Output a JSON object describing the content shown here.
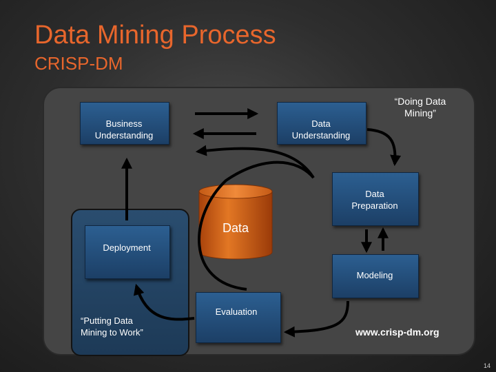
{
  "slide": {
    "title": "Data Mining Process",
    "subtitle": "CRISP-DM",
    "page_number": "14"
  },
  "phases": {
    "business_understanding": "Business\nUnderstanding",
    "data_understanding": "Data\nUnderstanding",
    "data_preparation": "Data\nPreparation",
    "modeling": "Modeling",
    "evaluation": "Evaluation",
    "deployment": "Deployment"
  },
  "center": {
    "data_label": "Data"
  },
  "annotations": {
    "doing_data_mining": "“Doing Data\nMining”",
    "putting_to_work": "“Putting Data\nMining to Work”",
    "website": "www.crisp-dm.org"
  },
  "colors": {
    "title": "#e8662c",
    "phase_box": "#2c5f91",
    "cylinder": "#d8661a",
    "background": "#2e2e2e"
  }
}
